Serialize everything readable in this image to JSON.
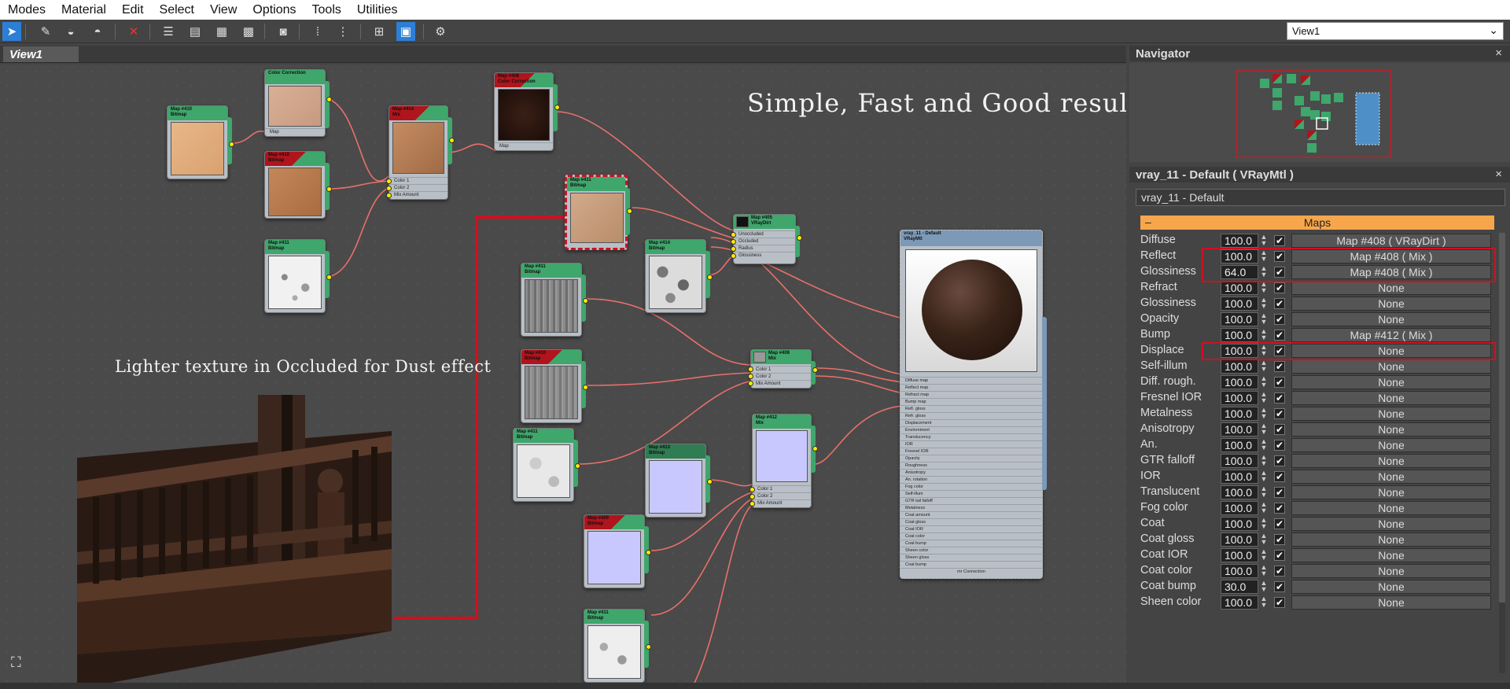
{
  "menubar": {
    "items": [
      "Modes",
      "Material",
      "Edit",
      "Select",
      "View",
      "Options",
      "Tools",
      "Utilities"
    ]
  },
  "toolbar": {
    "view_selector": "View1",
    "icons": [
      "select-arrow-icon",
      "eyedropper-icon",
      "pick-material-icon",
      "put-material-icon",
      "delete-icon",
      "move-children-icon",
      "material-to-scene-icon",
      "show-map-icon",
      "background-icon",
      "sample-type-icon",
      "layout-all-icon",
      "layout-children-icon",
      "hide-unused-icon",
      "show-end-result-icon",
      "options-icon"
    ]
  },
  "view": {
    "tab_label": "View1"
  },
  "annotations": {
    "headline": "Simple, Fast and Good result",
    "dust_note": "Lighter texture in Occluded for Dust effect"
  },
  "nodes": {
    "n1": {
      "title": "Map #410\nBitmap"
    },
    "n2": {
      "title": "Color Correction",
      "slots": [
        "Map"
      ]
    },
    "n3": {
      "title": "Map #410\nBitmap"
    },
    "n4": {
      "title": "Map #411\nBitmap"
    },
    "n5": {
      "title": "Map #414\nMix",
      "slots": [
        "Color 1",
        "Color 2",
        "Mix Amount"
      ]
    },
    "n6": {
      "title": "Map #408\nColor Correction",
      "slots": [
        "Map"
      ]
    },
    "n7": {
      "title": "Map #411\nBitmap"
    },
    "n8": {
      "title": "Map #414\nBitmap"
    },
    "n9": {
      "title": "Map #405\nVRayDirt",
      "slots": [
        "Unoccluded",
        "Occluded",
        "Radius",
        "Glossiness"
      ]
    },
    "n10": {
      "title": "Map #411\nBitmap"
    },
    "n11": {
      "title": "Map #410\nBitmap"
    },
    "n12": {
      "title": "Map #408\nMix",
      "slots": [
        "Color 1",
        "Color 2",
        "Mix Amount"
      ]
    },
    "n13": {
      "title": "Map #411\nBitmap"
    },
    "n14": {
      "title": "Map #413\nBitmap"
    },
    "n15": {
      "title": "Map #412\nMix",
      "slots": [
        "Color 1",
        "Color 2",
        "Mix Amount"
      ]
    },
    "n16": {
      "title": "Map #409\nBitmap"
    },
    "n17": {
      "title": "Map #411\nBitmap"
    },
    "vray": {
      "title": "vray_11 - Default\nVRayMtl",
      "slots": [
        "Diffuse map",
        "Reflect map",
        "Refract map",
        "Bump map",
        "Refl. gloss",
        "Refr. gloss",
        "Displacement",
        "Environment",
        "Translucency",
        "IOR",
        "Fresnel IOR",
        "Opacity",
        "Roughness",
        "Anisotropy",
        "An. rotation",
        "Fog color",
        "Self-illum",
        "GTR tail falloff",
        "Metalness",
        "Coat amount",
        "Coat gloss",
        "Coat IOR",
        "Coat color",
        "Coat bump",
        "Sheen color",
        "Sheen gloss",
        "Coat bump"
      ],
      "footer": "mr Connection"
    }
  },
  "navigator": {
    "title": "Navigator",
    "close": "×"
  },
  "material": {
    "title": "vray_11 - Default  ( VRayMtl )",
    "close": "×",
    "name": "vray_11 - Default",
    "section": "Maps",
    "section_toggle": "–",
    "rows": [
      {
        "label": "Diffuse",
        "value": "100.0",
        "map": "Map #408  ( VRayDirt )"
      },
      {
        "label": "Reflect",
        "value": "100.0",
        "map": "Map #408  ( Mix )"
      },
      {
        "label": "Glossiness",
        "value": "64.0",
        "map": "Map #408  ( Mix )"
      },
      {
        "label": "Refract",
        "value": "100.0",
        "map": "None"
      },
      {
        "label": "Glossiness",
        "value": "100.0",
        "map": "None"
      },
      {
        "label": "Opacity",
        "value": "100.0",
        "map": "None"
      },
      {
        "label": "Bump",
        "value": "100.0",
        "map": "Map #412  ( Mix )"
      },
      {
        "label": "Displace",
        "value": "100.0",
        "map": "None"
      },
      {
        "label": "Self-illum",
        "value": "100.0",
        "map": "None"
      },
      {
        "label": "Diff. rough.",
        "value": "100.0",
        "map": "None"
      },
      {
        "label": "Fresnel IOR",
        "value": "100.0",
        "map": "None"
      },
      {
        "label": "Metalness",
        "value": "100.0",
        "map": "None"
      },
      {
        "label": "Anisotropy",
        "value": "100.0",
        "map": "None"
      },
      {
        "label": "An.",
        "value": "100.0",
        "map": "None"
      },
      {
        "label": "GTR falloff",
        "value": "100.0",
        "map": "None"
      },
      {
        "label": "IOR",
        "value": "100.0",
        "map": "None"
      },
      {
        "label": "Translucent",
        "value": "100.0",
        "map": "None"
      },
      {
        "label": "Fog color",
        "value": "100.0",
        "map": "None"
      },
      {
        "label": "Coat",
        "value": "100.0",
        "map": "None"
      },
      {
        "label": "Coat gloss",
        "value": "100.0",
        "map": "None"
      },
      {
        "label": "Coat IOR",
        "value": "100.0",
        "map": "None"
      },
      {
        "label": "Coat color",
        "value": "100.0",
        "map": "None"
      },
      {
        "label": "Coat bump",
        "value": "30.0",
        "map": "None"
      },
      {
        "label": "Sheen color",
        "value": "100.0",
        "map": "None"
      }
    ]
  },
  "colors": {
    "node_header": "#3fa66c",
    "wire": "#e8706a",
    "highlight": "#d01020",
    "maps_rollout": "#f7a64c",
    "port": "#ffea00"
  }
}
